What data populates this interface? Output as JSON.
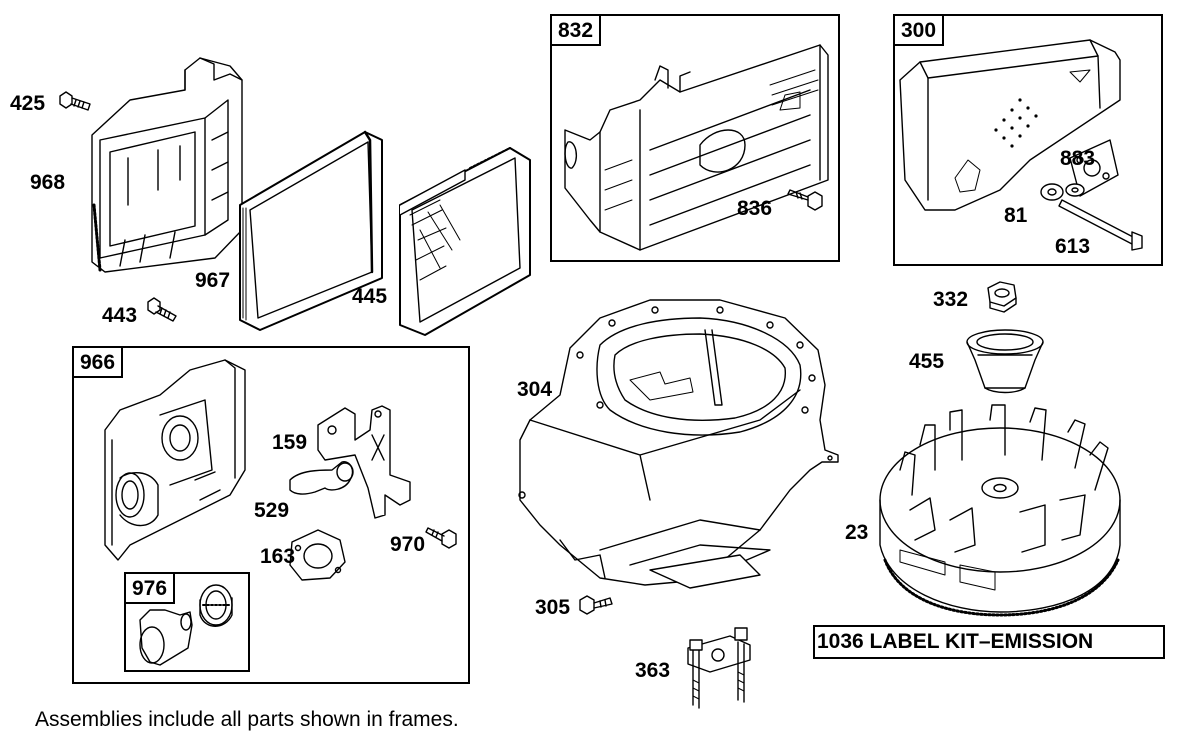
{
  "frames": [
    {
      "id": "832"
    },
    {
      "id": "300"
    },
    {
      "id": "966"
    },
    {
      "id": "976"
    }
  ],
  "parts": {
    "p425": "425",
    "p968": "968",
    "p967": "967",
    "p445": "445",
    "p443": "443",
    "p836": "836",
    "p883": "883",
    "p81": "81",
    "p613": "613",
    "p332": "332",
    "p455": "455",
    "p304": "304",
    "p159": "159",
    "p529": "529",
    "p163": "163",
    "p970": "970",
    "p23": "23",
    "p305": "305",
    "p363": "363"
  },
  "kit_label": "1036 LABEL KIT–EMISSION",
  "footnote": "Assemblies include all parts shown in frames."
}
